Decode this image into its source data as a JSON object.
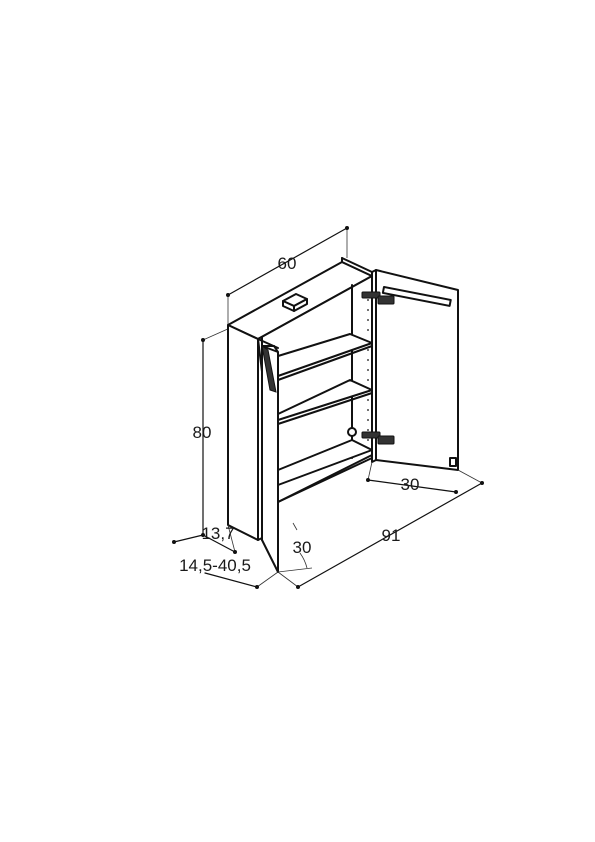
{
  "dimensions": {
    "width": "60",
    "height": "80",
    "depth_body": "13,7",
    "depth_range": "14,5-40,5",
    "door_angle": "30",
    "door_width": "30",
    "total_width": "91"
  },
  "colors": {
    "line": "#111111",
    "background": "#ffffff"
  }
}
